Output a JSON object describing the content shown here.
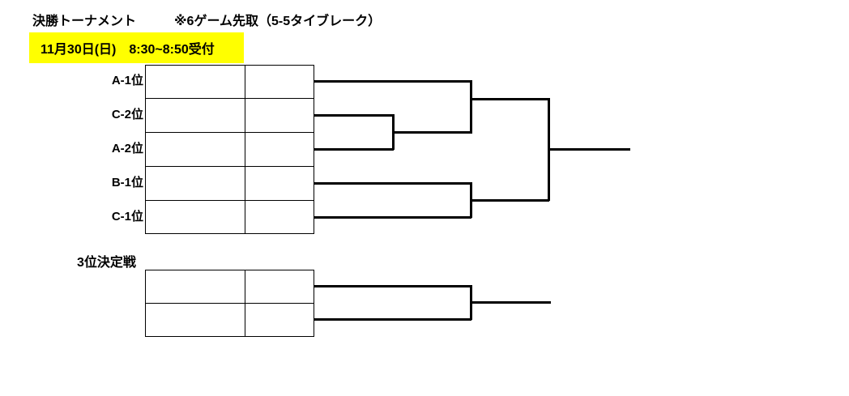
{
  "header": {
    "title": "決勝トーナメント",
    "note": "※6ゲーム先取（5-5タイブレーク）"
  },
  "schedule": {
    "text": "11月30日(日)　8:30~8:50受付",
    "highlight_color": "#FFFF00"
  },
  "bracket": {
    "seeds": [
      "A-1位",
      "C-2位",
      "A-2位",
      "B-1位",
      "C-1位"
    ]
  },
  "third_place": {
    "label": "3位決定戦"
  },
  "colors": {
    "line": "#000000",
    "background": "#FFFFFF",
    "text": "#000000"
  }
}
